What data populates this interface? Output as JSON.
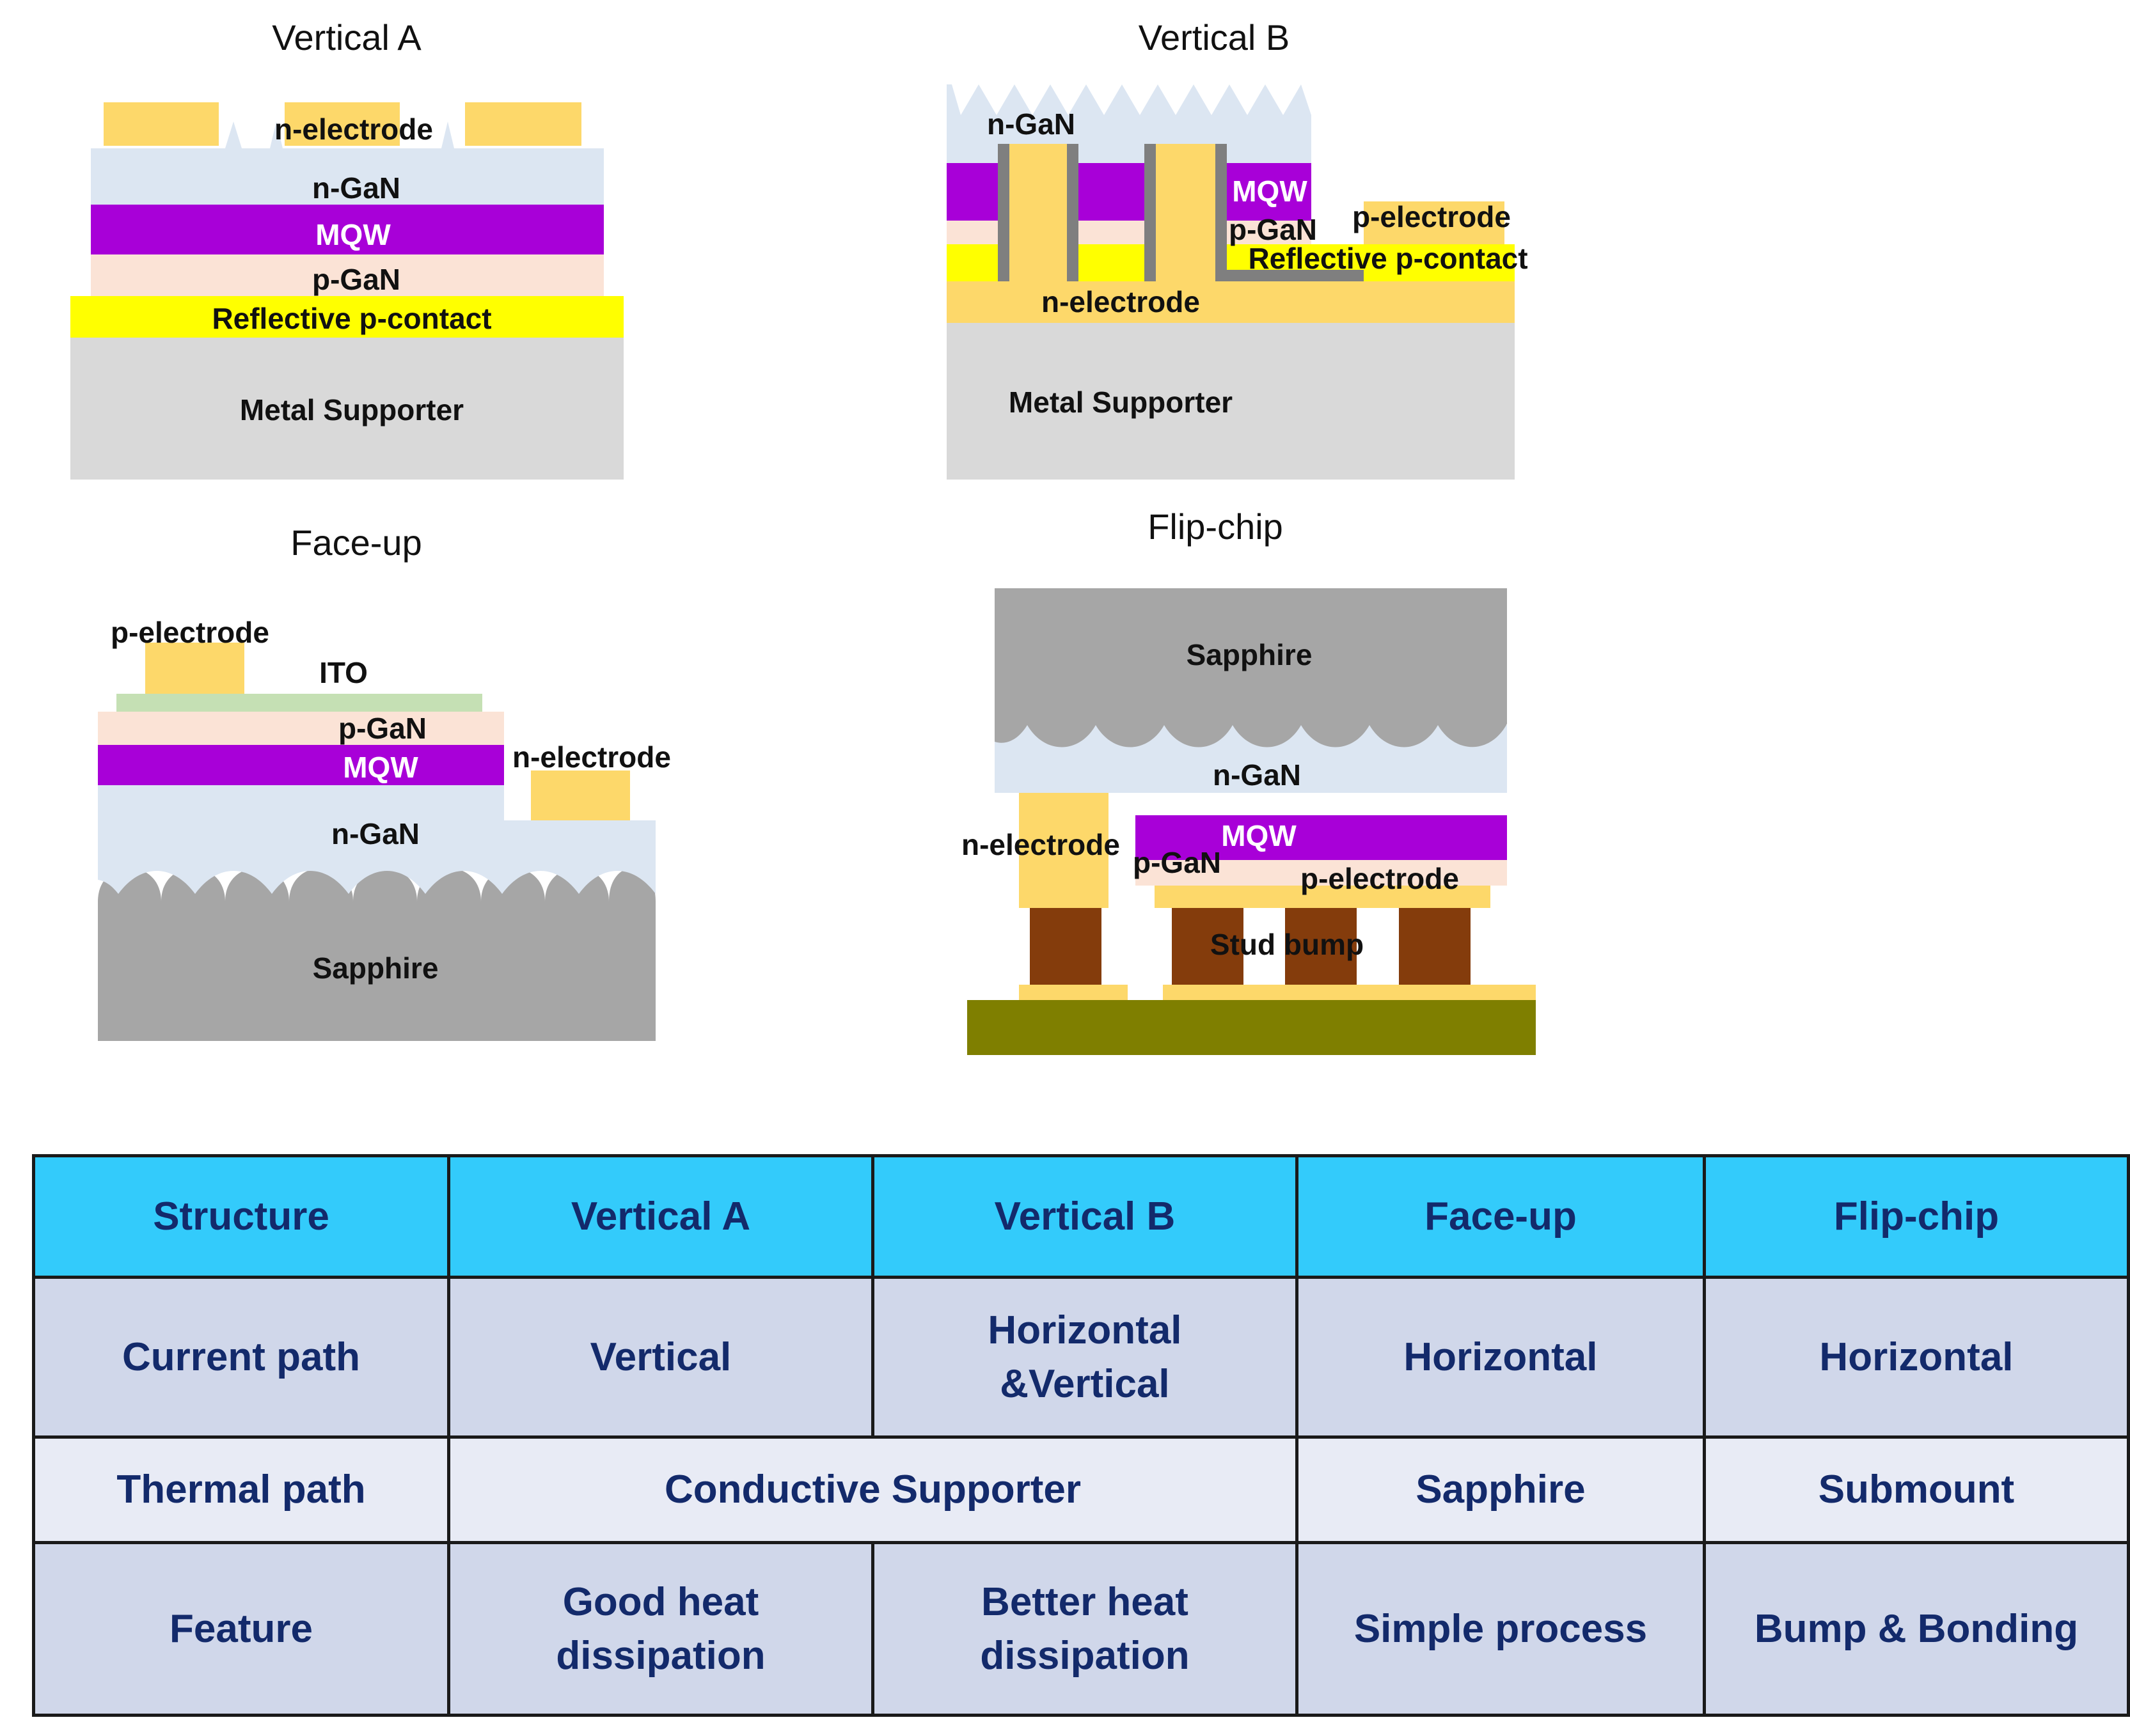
{
  "diagram": {
    "vertical_a": {
      "title": "Vertical A",
      "layers": {
        "n_electrode": "n-electrode",
        "n_gan": "n-GaN",
        "mqw": "MQW",
        "p_gan": "p-GaN",
        "reflective": "Reflective p-contact",
        "support": "Metal Supporter"
      }
    },
    "vertical_b": {
      "title": "Vertical B",
      "layers": {
        "n_gan": "n-GaN",
        "mqw": "MQW",
        "p_gan": "p-GaN",
        "p_electrode": "p-electrode",
        "reflective": "Reflective p-contact",
        "n_electrode": "n-electrode",
        "support": "Metal Supporter"
      }
    },
    "face_up": {
      "title": "Face-up",
      "layers": {
        "p_electrode": "p-electrode",
        "ito": "ITO",
        "p_gan": "p-GaN",
        "mqw": "MQW",
        "n_electrode": "n-electrode",
        "n_gan": "n-GaN",
        "sapphire": "Sapphire"
      }
    },
    "flip_chip": {
      "title": "Flip-chip",
      "layers": {
        "sapphire": "Sapphire",
        "n_gan": "n-GaN",
        "mqw": "MQW",
        "n_electrode": "n-electrode",
        "p_gan": "p-GaN",
        "p_electrode": "p-electrode",
        "stud_bump": "Stud bump"
      }
    },
    "colors": {
      "electrode": "#fdd86a",
      "n_gan": "#dce6f2",
      "mqw": "#a800d8",
      "p_gan": "#fbe3d6",
      "reflective": "#ffff00",
      "metal": "#d9d9d9",
      "sapphire": "#a6a6a6",
      "ito": "#c5e0b4",
      "stud_bump": "#843c0c",
      "submount": "#7f7f00",
      "trench_wall": "#7f7f7f"
    }
  },
  "table": {
    "header": [
      "Structure",
      "Vertical A",
      "Vertical B",
      "Face-up",
      "Flip-chip"
    ],
    "current_path": {
      "label": "Current path",
      "vertical_a": "Vertical",
      "vertical_b": [
        "Horizontal",
        "&Vertical"
      ],
      "face_up": "Horizontal",
      "flip_chip": "Horizontal"
    },
    "thermal_path": {
      "label": "Thermal path",
      "vertical": "Conductive Supporter",
      "face_up": "Sapphire",
      "flip_chip": "Submount"
    },
    "feature": {
      "label": "Feature",
      "vertical_a": [
        "Good heat",
        "dissipation"
      ],
      "vertical_b": [
        "Better heat",
        "dissipation"
      ],
      "face_up": "Simple process",
      "flip_chip": "Bump & Bonding"
    },
    "colors": {
      "header_bg": "#33cbfb",
      "row_dark": "#d0d7ea",
      "row_light": "#e8ebf5",
      "text": "#132a6b"
    }
  }
}
